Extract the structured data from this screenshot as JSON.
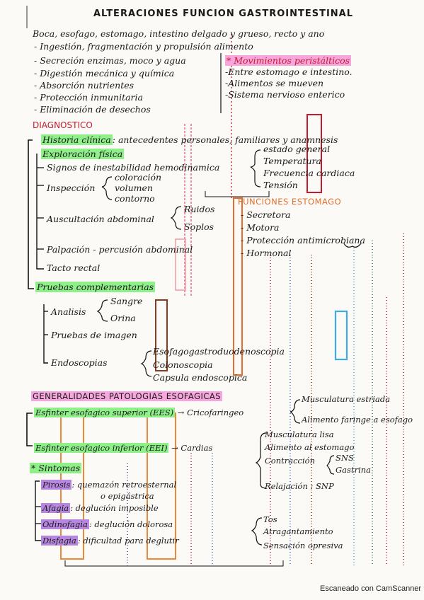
{
  "title": "ALTERACIONES FUNCION GASTROINTESTINAL",
  "intro": {
    "organs": "Boca, esofago, estomago, intestino delgado y grueso, recto y ano",
    "items": [
      "- Ingestión, fragmentación y propulsión alimento",
      "- Secreción enzimas, moco y agua",
      "- Digestión mecánica y química",
      "- Absorción nutrientes",
      "- Protección inmunitaria",
      "- Eliminación de desechos"
    ],
    "movements": {
      "heading": "* Movimientos peristálticos",
      "items": [
        "-Entre estomago e intestino.",
        "-Alimentos se mueven",
        "-Sistema nervioso enterico"
      ]
    }
  },
  "diagnostico": {
    "heading": "DIAGNOSTICO",
    "historia_label": "Historia clínica",
    "historia_text": ": antecedentes personales, familiares y anamnesis",
    "exploracion_label": "Exploración física",
    "signos": "Signos de inestabilidad hemodinamica",
    "signos_items": [
      "estado general",
      "Temperatura",
      "Frecuencia cardiaca",
      "Tensión"
    ],
    "inspeccion": "Inspección",
    "inspeccion_items": [
      "coloración",
      "volumen",
      "contorno"
    ],
    "auscultacion": "Auscultación abdominal",
    "auscultacion_items": [
      "Ruidos",
      "Soplos"
    ],
    "palpacion": "Palpación - percusión abdominal",
    "tacto": "Tacto rectal",
    "pruebas_label": "Pruebas complementarias",
    "analisis": "Analisis",
    "analisis_items": [
      "Sangre",
      "Orina"
    ],
    "imagen": "Pruebas de imagen",
    "endoscopias": "Endoscopias",
    "endoscopias_items": [
      "Esofagogastroduodenoscopia",
      "Colonoscopia",
      "Capsula endoscopica"
    ]
  },
  "funciones_estomago": {
    "heading": "FUNCIONES ESTOMAGO",
    "items": [
      "- Secretora",
      "- Motora",
      "- Protección antimicrobiana",
      "- Hormonal"
    ]
  },
  "patologias": {
    "heading": "GENERALIDADES PATOLOGIAS ESOFAGICAS",
    "ees_label": "Esfinter esofagico superior (EES)",
    "ees_arrow": "→ Cricofaringeo",
    "ees_items": [
      "Musculatura estriada",
      "Alimento faringe a esofago"
    ],
    "eei_label": "Esfinter esofagico inferior (EEI)",
    "eei_arrow": "→ Cardias",
    "eei_items": [
      "Musculatura lisa",
      "Alimento al estomago",
      "Contracción",
      "Relajación : SNP"
    ],
    "contraccion_items": [
      "SNS",
      "Gastrina"
    ],
    "sintomas_heading": "* Sintomas",
    "sintomas": [
      {
        "label": "Pirosis",
        "text": ": quemazón retroesternal"
      },
      {
        "label": "",
        "text": "o epigástrica"
      },
      {
        "label": "Afagia",
        "text": ": deglución imposible"
      },
      {
        "label": "Odinofagia",
        "text": ": deglución dolorosa"
      },
      {
        "label": "Disfagia",
        "text": ": dificultad para deglutir"
      }
    ],
    "disfagia_items": [
      "Tos",
      "Atragantamiento",
      "Sensación opresiva"
    ]
  },
  "footer": "Escaneado con CamScanner",
  "colors": {
    "green": "#8ff08a",
    "pink": "#f6a6dc",
    "purple": "#b786e0",
    "orange": "#e1702e",
    "red": "#c21b2e",
    "blue": "#3fa9e6",
    "brown": "#8a3a1d"
  }
}
